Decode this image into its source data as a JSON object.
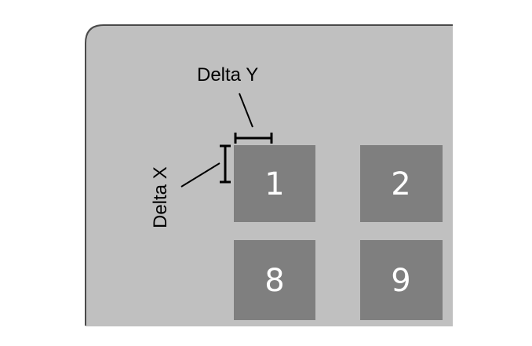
{
  "labels": {
    "delta_y": "Delta Y",
    "delta_x": "Delta X"
  },
  "wells": [
    {
      "label": "1"
    },
    {
      "label": "2"
    },
    {
      "label": "8"
    },
    {
      "label": "9"
    }
  ],
  "colors": {
    "plate_fill": "#c0c0c0",
    "plate_border": "#4a4a4a",
    "well_fill": "#7f7f7f",
    "well_text": "#ffffff",
    "line": "#000000"
  }
}
